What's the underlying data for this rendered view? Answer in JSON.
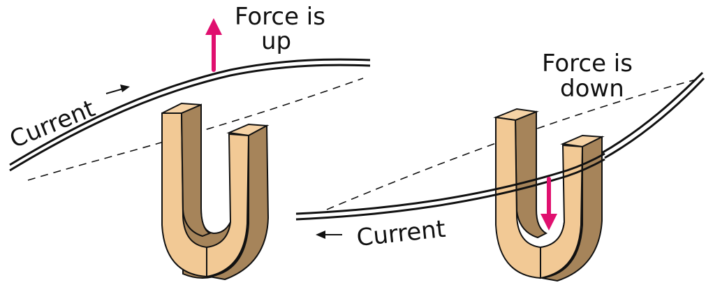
{
  "left_panel": {
    "force_label_line1": "Force is",
    "force_label_line2": "up",
    "current_label": "Current",
    "force_direction": "up"
  },
  "right_panel": {
    "force_label_line1": "Force is",
    "force_label_line2": "down",
    "current_label": "Current",
    "force_direction": "down"
  },
  "colors": {
    "force_arrow": "#e0106f",
    "magnet_front": "#f2c995",
    "magnet_top": "#f6d3a6",
    "magnet_side": "#a6845a",
    "outline": "#111111"
  }
}
